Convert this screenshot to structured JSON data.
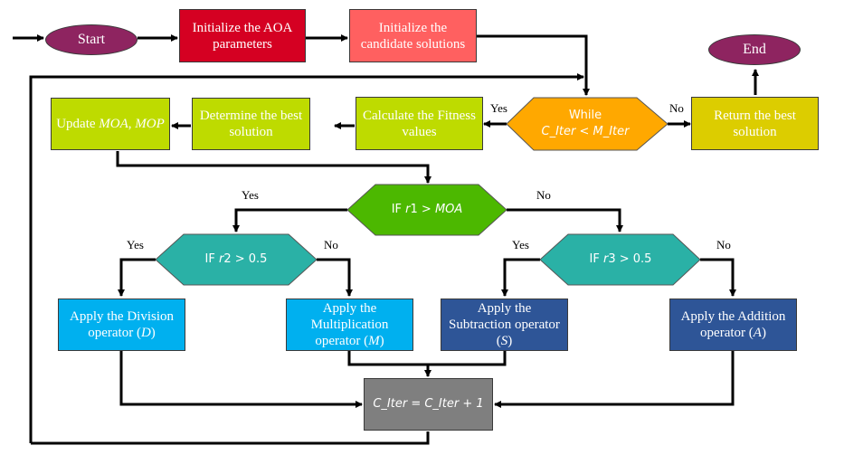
{
  "title": "AOA flowchart",
  "colors": {
    "terminal": "#8e2460",
    "init_params": "#d50022",
    "init_candidates": "#ff6060",
    "loop_steps": "#bedb00",
    "while_decision": "#ffa800",
    "return_best": "#dccd00",
    "r1_decision": "#4cb800",
    "r2_r3_decision": "#2ab1a6",
    "div_mul": "#00b0ef",
    "sub_add": "#2e5597",
    "counter": "#7f7f7f"
  },
  "nodes": {
    "start": "Start",
    "end": "End",
    "init_params": {
      "line1": "Initialize the AOA",
      "line2": "parameters"
    },
    "init_candidates": {
      "line1": "Initialize the",
      "line2": "candidate solutions"
    },
    "while": {
      "line1": "While",
      "line2": "C_Iter < M_Iter"
    },
    "return_best": {
      "line1": "Return the best",
      "line2": "solution"
    },
    "calc_fitness": {
      "line1": "Calculate the Fitness",
      "line2": "values"
    },
    "best_solution": {
      "line1": "Determine the best",
      "line2": "solution"
    },
    "update": {
      "prefix": "Update ",
      "moa": "MOA",
      "sep": ", ",
      "mop": "MOP"
    },
    "if_r1": {
      "prefix": "IF ",
      "var": "r",
      "num": "1",
      "op": " > ",
      "rhs": "MOA"
    },
    "if_r2": {
      "prefix": "IF ",
      "var": "r",
      "num": "2",
      "rest": " > 0.5"
    },
    "if_r3": {
      "prefix": "IF ",
      "var": "r",
      "num": "3",
      "rest": " > 0.5"
    },
    "division": {
      "line1": "Apply the Division",
      "line2_pre": "operator (",
      "sym": "D",
      "close": ")"
    },
    "multiplication": {
      "line1": "Apply the",
      "line2": "Multiplication",
      "line3_pre": "operator (",
      "sym": "M",
      "close": ")"
    },
    "subtraction": {
      "line1": "Apply the",
      "line2": "Subtraction operator",
      "pre": "(",
      "sym": "S",
      "close": ")"
    },
    "addition": {
      "line1": "Apply the Addition",
      "line2_pre": "operator (",
      "sym": "A",
      "close": ")"
    },
    "counter": "C_Iter = C_Iter + 1"
  },
  "edge_labels": {
    "while_yes": "Yes",
    "while_no": "No",
    "r1_yes": "Yes",
    "r1_no": "No",
    "r2_yes": "Yes",
    "r2_no": "No",
    "r3_yes": "Yes",
    "r3_no": "No"
  }
}
